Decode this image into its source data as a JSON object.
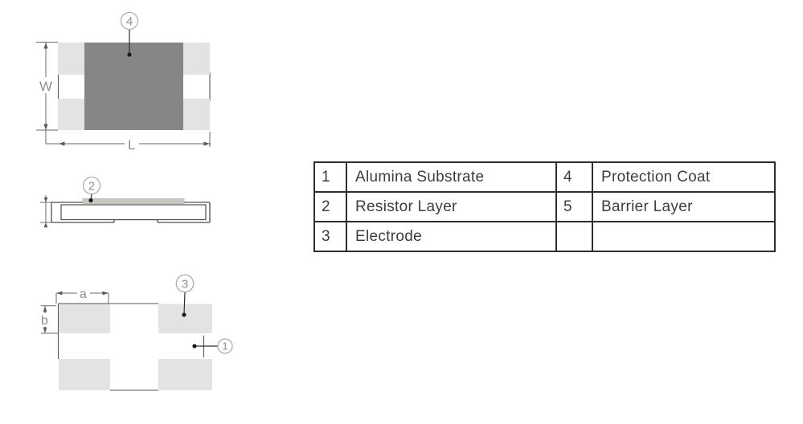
{
  "page": {
    "background": "#ffffff"
  },
  "colors": {
    "terminal_light_gray": "#e3e3e3",
    "protection_coat_gray": "#868686",
    "resistor_layer_gray": "#cbc8c3",
    "outline_dark": "#4f4f4f",
    "dimension_line_gray": "#6a6a6a",
    "callout_circle_stroke": "#aeaeae",
    "callout_text_gray": "#909090",
    "label_text_gray": "#8e8e8e",
    "leader_line_dark": "#2f2f2f",
    "table_border": "#2e2e2e",
    "table_text": "#3d3d3d"
  },
  "diagrams": {
    "top_view": {
      "labels": {
        "width": "W",
        "length": "L"
      },
      "callout_protection_coat": "4"
    },
    "side_view": {
      "callout_resistor_layer": "2"
    },
    "bottom_view": {
      "labels": {
        "a": "a",
        "b": "b"
      },
      "callout_electrode": "3",
      "callout_substrate": "1"
    }
  },
  "legend_table": {
    "rows": [
      {
        "no_left": "1",
        "name_left": "Alumina Substrate",
        "no_right": "4",
        "name_right": "Protection Coat"
      },
      {
        "no_left": "2",
        "name_left": "Resistor Layer",
        "no_right": "5",
        "name_right": "Barrier Layer"
      },
      {
        "no_left": "3",
        "name_left": "Electrode",
        "no_right": "",
        "name_right": ""
      }
    ]
  }
}
